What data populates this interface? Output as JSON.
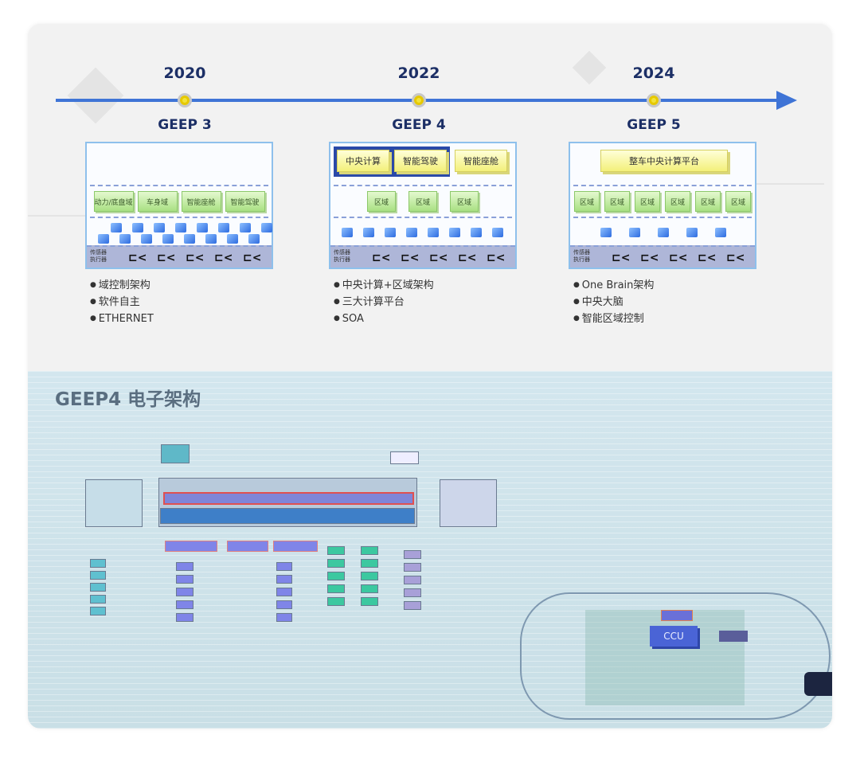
{
  "timeline": [
    {
      "year": "2020",
      "name": "GEEP 3",
      "bullets": [
        "域控制架构",
        "软件自主",
        "ETHERNET"
      ],
      "top_boxes": [],
      "domains": [
        "动力/底盘域",
        "车身域",
        "智能座舱",
        "智能驾驶"
      ]
    },
    {
      "year": "2022",
      "name": "GEEP 4",
      "bullets": [
        "中央计算+区域架构",
        "三大计算平台",
        "SOA"
      ],
      "top_boxes": [
        "中央计算",
        "智能驾驶",
        "智能座舱"
      ],
      "domains": [
        "区域",
        "区域",
        "区域"
      ]
    },
    {
      "year": "2024",
      "name": "GEEP 5",
      "bullets": [
        "One Brain架构",
        "中央大脑",
        "智能区域控制"
      ],
      "top_boxes": [
        "整车中央计算平台"
      ],
      "domains": [
        "区域",
        "区域",
        "区域",
        "区域",
        "区域",
        "区域"
      ]
    }
  ],
  "sensor_label": "传感器 执行器",
  "bottom": {
    "title": "GEEP4 电子架构",
    "ccu_label": "CCU"
  },
  "colors": {
    "axis": "#3f74d6",
    "title": "#1c2f66"
  }
}
